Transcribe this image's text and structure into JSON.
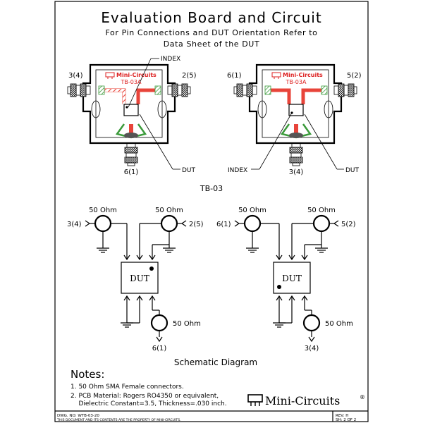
{
  "title": "Evaluation Board and Circuit",
  "subtitle_line1": "For Pin Connections and DUT Orientation Refer to",
  "subtitle_line2": "Data Sheet of the DUT",
  "board_label": "TB-03",
  "brand_on_board": "Mini-Circuits",
  "board_part": "TB-03A",
  "left_board": {
    "port_left": "3(4)",
    "port_right": "2(5)",
    "port_bottom": "6(1)",
    "index_label": "INDEX",
    "dut_label": "DUT"
  },
  "right_board": {
    "port_left": "6(1)",
    "port_right": "5(2)",
    "port_bottom": "3(4)",
    "index_label": "INDEX",
    "dut_label": "DUT"
  },
  "left_schematic": {
    "port_left": "3(4)",
    "port_right": "2(5)",
    "port_bottom": "6(1)",
    "ohm_left": "50 Ohm",
    "ohm_right": "50 Ohm",
    "ohm_bottom": "50 Ohm",
    "dut": "DUT"
  },
  "right_schematic": {
    "port_left": "6(1)",
    "port_right": "5(2)",
    "port_bottom": "3(4)",
    "ohm_left": "50 Ohm",
    "ohm_right": "50 Ohm",
    "ohm_bottom": "50 Ohm",
    "dut": "DUT"
  },
  "schematic_caption": "Schematic Diagram",
  "notes": {
    "heading": "Notes:",
    "items": [
      "1. 50 Ohm SMA Female connectors.",
      "2. PCB Material: Rogers RO4350 or equivalent,",
      "    Dielectric Constant=3.5, Thickness=.030 inch."
    ]
  },
  "logo_text": "Mini-Circuits",
  "footer": {
    "dwg": "DWG. NO: WTB-03-20",
    "property": "THIS DOCUMENT AND ITS CONTENTS ARE THE PROPERTY OF MINI-CIRCUITS.",
    "rev": "REV: H",
    "sheet": "SH: 2 OF 2"
  }
}
